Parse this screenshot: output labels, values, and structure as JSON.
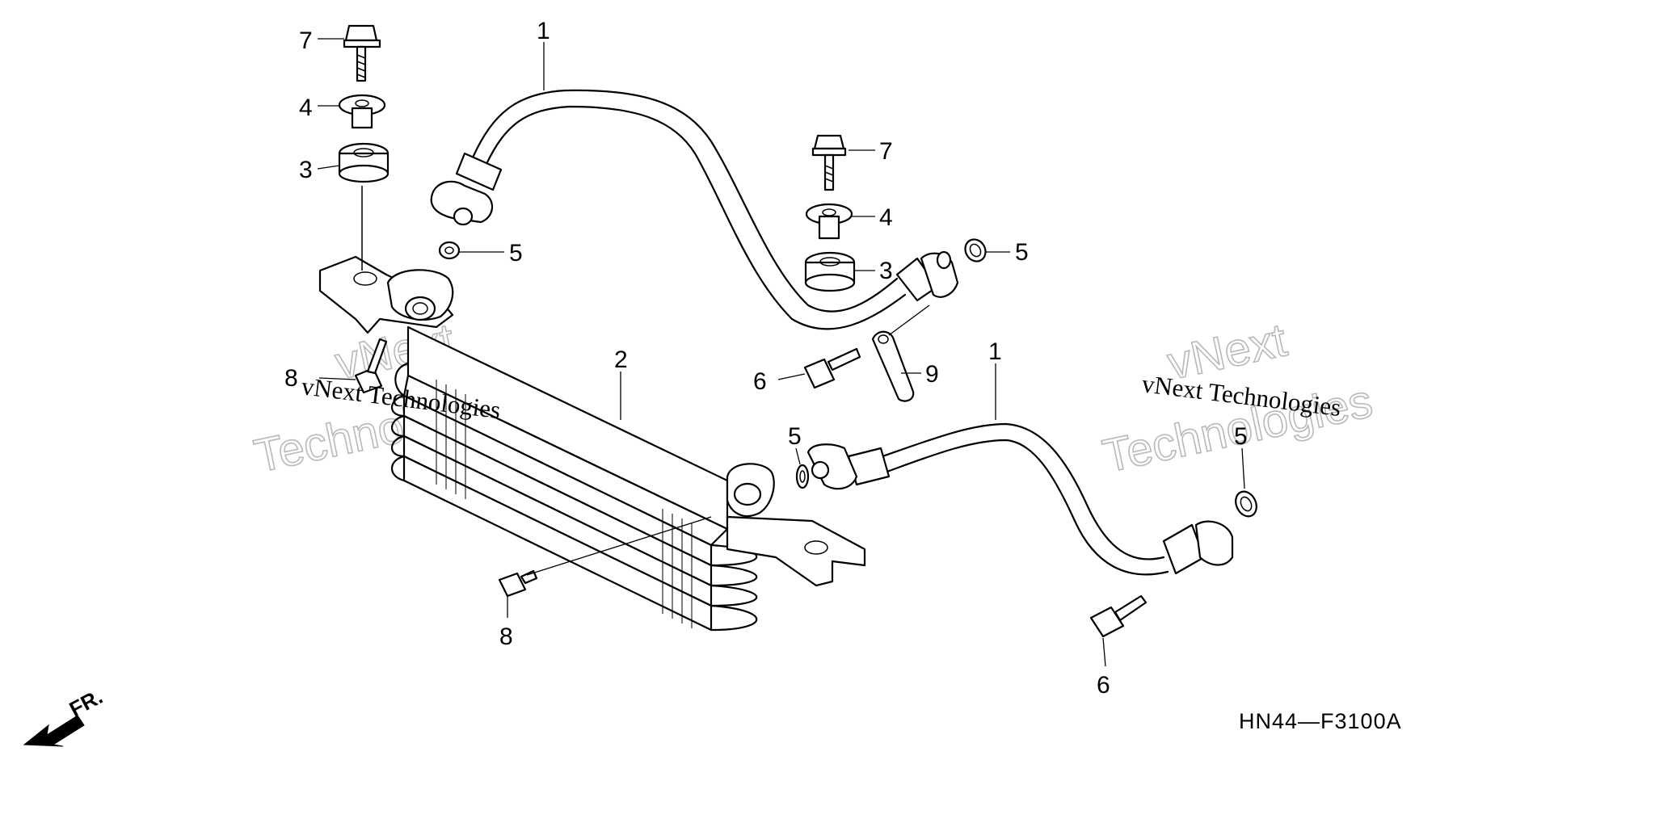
{
  "diagram": {
    "code": "HN44—F3100A",
    "front_label": "FR.",
    "callouts": {
      "hose_upper": "1",
      "hose_lower": "1",
      "cooler": "2",
      "grommet_left": "3",
      "grommet_right": "3",
      "collar_left": "4",
      "collar_right": "4",
      "washer_a": "5",
      "washer_b": "5",
      "washer_c": "5",
      "washer_d": "5",
      "bolt6_a": "6",
      "bolt6_b": "6",
      "bolt7_left": "7",
      "bolt7_right": "7",
      "bolt8_left": "8",
      "bolt8_bottom": "8",
      "stay": "9"
    }
  },
  "watermarks": {
    "left_serif": "vNext Technologies",
    "left_outline_1": "vNext",
    "left_outline_2": "Technologies",
    "right_serif": "vNext Technologies",
    "right_outline_1": "vNext",
    "right_outline_2": "Technologies"
  }
}
